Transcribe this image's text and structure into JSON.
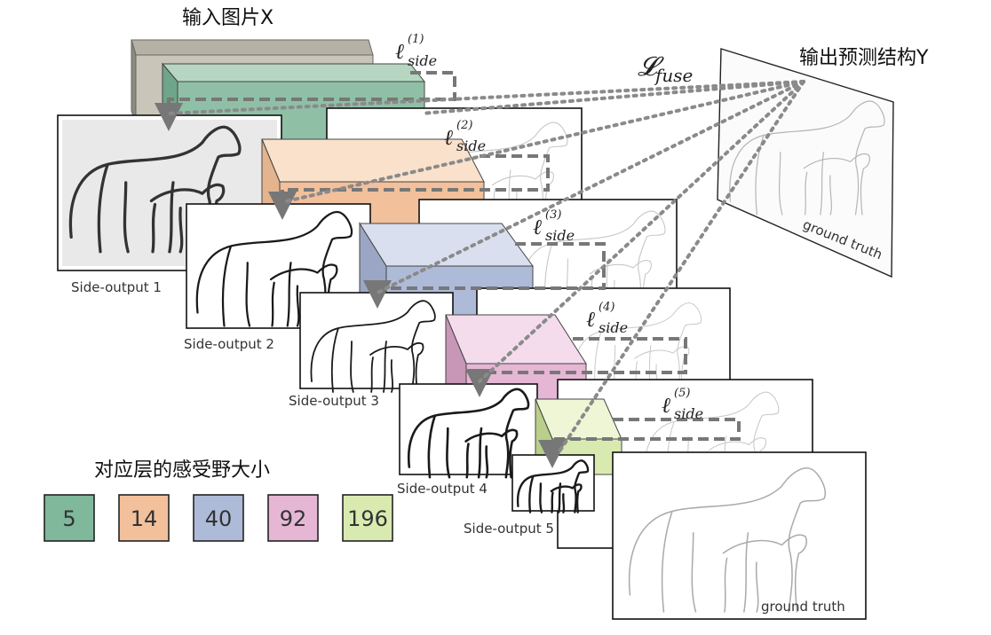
{
  "title_input": "输入图片X",
  "title_output": "输出预测结构Y",
  "loss": {
    "fuse": "𝓛fuse",
    "side": [
      "ℓside(1)",
      "ℓside(2)",
      "ℓside(3)",
      "ℓside(4)",
      "ℓside(5)"
    ],
    "symbol": "ℓ",
    "subscript": "side",
    "superscripts": [
      "(1)",
      "(2)",
      "(3)",
      "(4)",
      "(5)"
    ],
    "fuse_symbol": "𝓛",
    "fuse_subscript": "fuse"
  },
  "side_outputs": [
    "Side-output 1",
    "Side-output 2",
    "Side-output 3",
    "Side-output 4",
    "Side-output 5"
  ],
  "ground_truth_label": "ground truth",
  "legend": {
    "title": "对应层的感受野大小",
    "items": [
      {
        "value": "5",
        "color": "#7fb89b"
      },
      {
        "value": "14",
        "color": "#f2c09b"
      },
      {
        "value": "40",
        "color": "#aebbd8"
      },
      {
        "value": "92",
        "color": "#e6b6d5"
      },
      {
        "value": "196",
        "color": "#d9eab0"
      }
    ]
  }
}
